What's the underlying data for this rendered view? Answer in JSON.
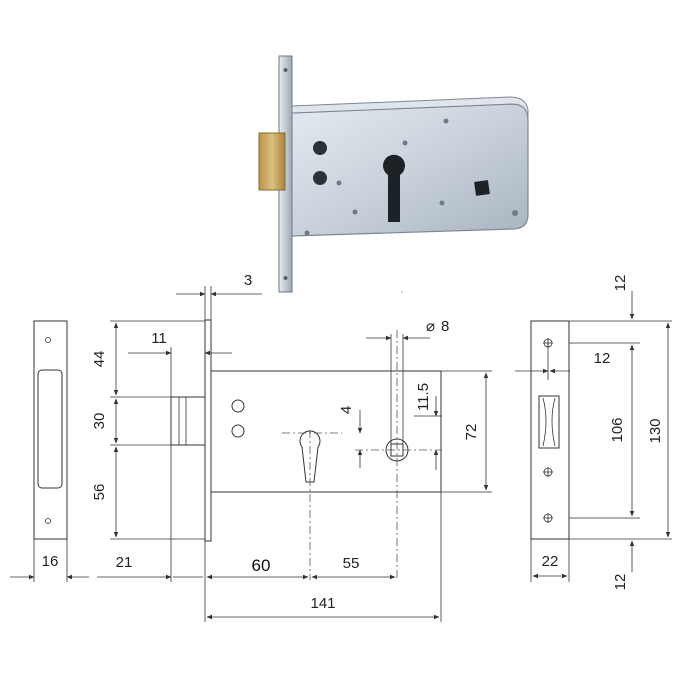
{
  "colors": {
    "line": "#333333",
    "plate_fill": "#fbf3f1",
    "steel_light": "#d6dee6",
    "steel_dark": "#9aa6b2",
    "brass": "#c9a862"
  },
  "dimensions": {
    "faceplate_thickness": "3",
    "latch_projection": "11",
    "top_to_latch": "44",
    "latch_height": "30",
    "latch_to_bottom": "56",
    "faceplate_width": "16",
    "backset_offset": "21",
    "backset": "60",
    "cylinder_to_spindle": "55",
    "case_length": "141",
    "spindle_square": "8",
    "cylinder_key_offset": "4",
    "spindle_offset": "11.5",
    "case_height": "72",
    "top_hole_offset": "12",
    "hole_spacing": "106",
    "plate_length": "130",
    "bottom_hole_offset": "12",
    "strike_width": "22",
    "strike_hole_inset": "12"
  },
  "symbols": {
    "diameter": "⌀"
  }
}
